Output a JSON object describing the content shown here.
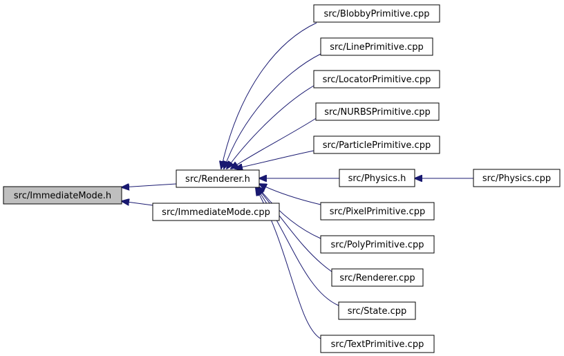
{
  "graph": {
    "root": {
      "label": "src/ImmediateMode.h"
    },
    "nodes": [
      {
        "id": "root",
        "label": "src/ImmediateMode.h",
        "highlighted": true
      },
      {
        "id": "renderer_h",
        "label": "src/Renderer.h"
      },
      {
        "id": "immediatemode_cpp",
        "label": "src/ImmediateMode.cpp"
      },
      {
        "id": "blobby",
        "label": "src/BlobbyPrimitive.cpp"
      },
      {
        "id": "line",
        "label": "src/LinePrimitive.cpp"
      },
      {
        "id": "locator",
        "label": "src/LocatorPrimitive.cpp"
      },
      {
        "id": "nurbs",
        "label": "src/NURBSPrimitive.cpp"
      },
      {
        "id": "particle",
        "label": "src/ParticlePrimitive.cpp"
      },
      {
        "id": "physics_h",
        "label": "src/Physics.h"
      },
      {
        "id": "physics_cpp",
        "label": "src/Physics.cpp"
      },
      {
        "id": "pixel",
        "label": "src/PixelPrimitive.cpp"
      },
      {
        "id": "poly",
        "label": "src/PolyPrimitive.cpp"
      },
      {
        "id": "renderer_cpp",
        "label": "src/Renderer.cpp"
      },
      {
        "id": "state",
        "label": "src/State.cpp"
      },
      {
        "id": "text",
        "label": "src/TextPrimitive.cpp"
      }
    ],
    "edges": [
      {
        "from": "renderer_h",
        "to": "root"
      },
      {
        "from": "immediatemode_cpp",
        "to": "root"
      },
      {
        "from": "blobby",
        "to": "renderer_h"
      },
      {
        "from": "line",
        "to": "renderer_h"
      },
      {
        "from": "locator",
        "to": "renderer_h"
      },
      {
        "from": "nurbs",
        "to": "renderer_h"
      },
      {
        "from": "particle",
        "to": "renderer_h"
      },
      {
        "from": "physics_h",
        "to": "renderer_h"
      },
      {
        "from": "physics_cpp",
        "to": "physics_h"
      },
      {
        "from": "pixel",
        "to": "renderer_h"
      },
      {
        "from": "poly",
        "to": "renderer_h"
      },
      {
        "from": "renderer_cpp",
        "to": "renderer_h"
      },
      {
        "from": "state",
        "to": "renderer_h"
      },
      {
        "from": "text",
        "to": "renderer_h"
      }
    ],
    "colors": {
      "edge": "#191970",
      "root_fill": "#bfbfbf",
      "node_fill": "#ffffff",
      "border": "#000000"
    }
  }
}
